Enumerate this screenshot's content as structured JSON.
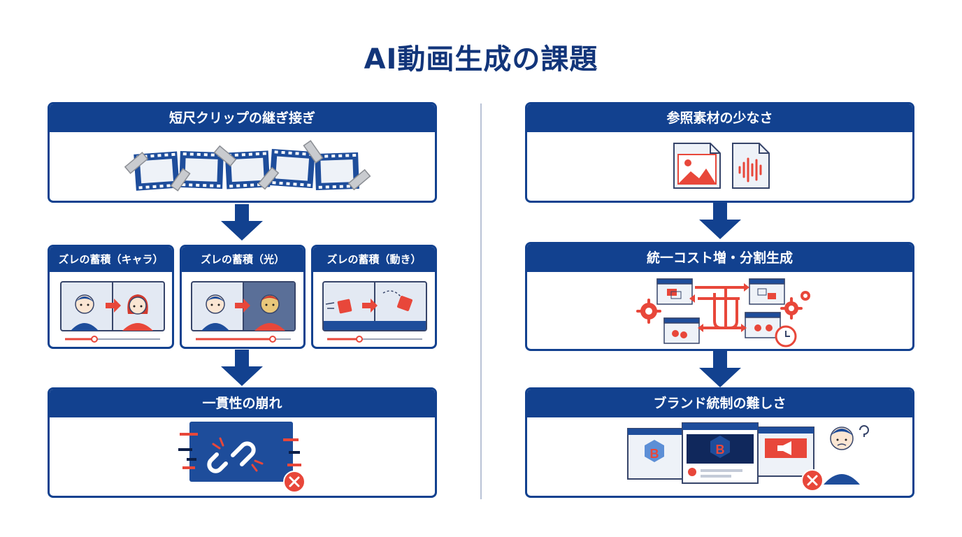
{
  "title": "AI動画生成の課題",
  "left": {
    "top_box": {
      "label": "短尺クリップの継ぎ接ぎ",
      "icon": "patched-film-strip-icon"
    },
    "drift_boxes": [
      {
        "label": "ズレの蓄積（キャラ）",
        "icon": "character-drift-icon"
      },
      {
        "label": "ズレの蓄積（光）",
        "icon": "lighting-drift-icon"
      },
      {
        "label": "ズレの蓄積（動き）",
        "icon": "motion-drift-icon"
      }
    ],
    "bottom_box": {
      "label": "一貫性の崩れ",
      "icon": "broken-chain-icon",
      "status_icon": "error-x-icon"
    }
  },
  "right": {
    "top_box": {
      "label": "参照素材の少なさ",
      "icons": [
        "image-file-icon",
        "audio-file-icon"
      ]
    },
    "middle_box": {
      "label": "統一コスト増・分割生成",
      "icon": "split-workflow-icon"
    },
    "bottom_box": {
      "label": "ブランド統制の難しさ",
      "icon": "brand-inconsistency-icon",
      "logo_letter": "B",
      "status_icon": "error-x-icon"
    }
  },
  "colors": {
    "navy": "#12418f",
    "title": "#12357a",
    "accent": "#e8473a",
    "divider": "#b9c3d6"
  }
}
